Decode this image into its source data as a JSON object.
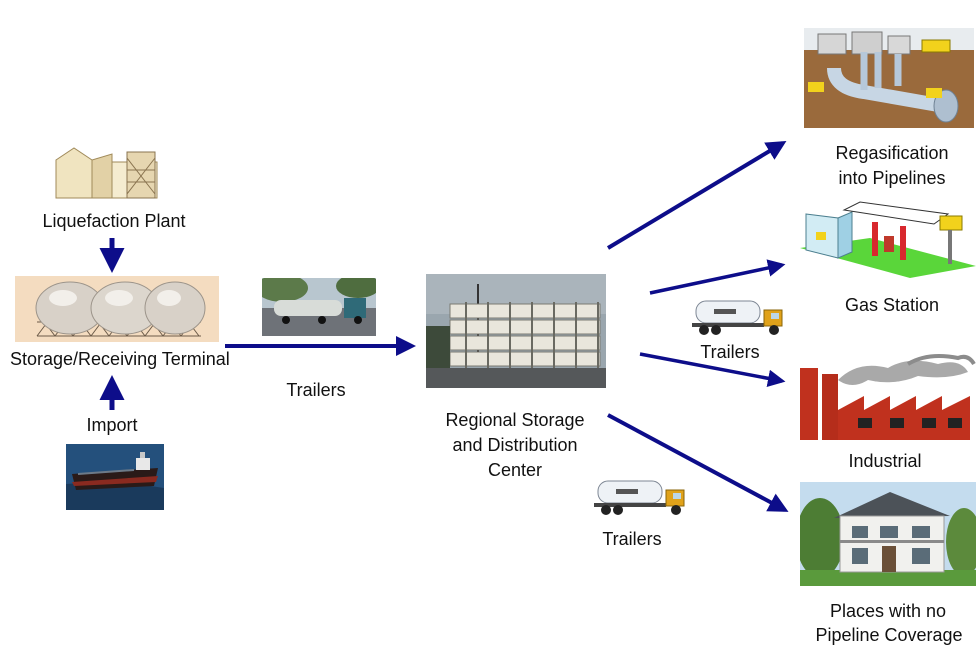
{
  "labels": {
    "liquefaction_plant": "Liquefaction Plant",
    "storage_terminal": "Storage/Receiving Terminal",
    "import": "Import",
    "trailers_left": "Trailers",
    "regional_line1": "Regional Storage",
    "regional_line2": "and Distribution",
    "regional_line3": "Center",
    "trailers_mid": "Trailers",
    "trailers_bottom": "Trailers",
    "regasification_line1": "Regasification",
    "regasification_line2": "into Pipelines",
    "gas_station": "Gas Station",
    "industrial": "Industrial",
    "places_line1": "Places with no",
    "places_line2": "Pipeline Coverage"
  },
  "pictures": {
    "truck_photo": "trailer-truck-photo",
    "tank_stack": "iso-tank-container-stack-photo",
    "ship": "lng-tanker-ship-photo",
    "trailer_icon": "lng-trailer-truck-icon"
  },
  "colors": {
    "arrow": "#0d0d8a",
    "text": "#111111",
    "truck_cab": "#e0a21a",
    "tank_peach": "#f4dcc0"
  }
}
